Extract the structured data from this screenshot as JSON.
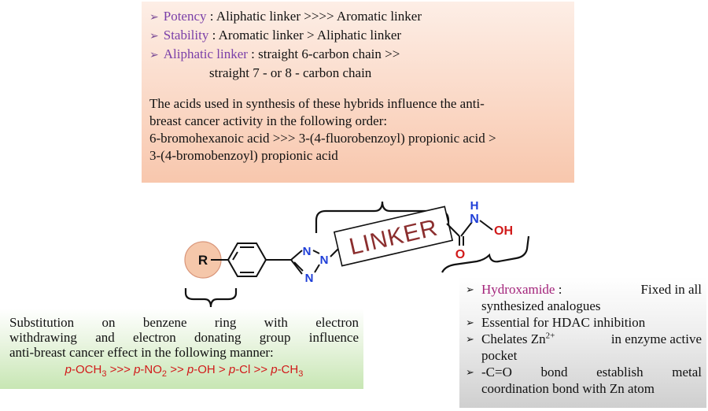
{
  "top_box": {
    "items": [
      {
        "keyword": "Potency",
        "sep": " : ",
        "text": "Aliphatic linker >>>> Aromatic linker"
      },
      {
        "keyword": "Stability",
        "sep": " : ",
        "text": "Aromatic linker > Aliphatic linker"
      },
      {
        "keyword": "Aliphatic linker",
        "sep": " : ",
        "text": "straight 6-carbon chain >>"
      }
    ],
    "continuation": "straight 7 - or 8 - carbon chain",
    "paragraph_lines": [
      "The acids used in synthesis of these hybrids influence the anti-",
      "breast cancer activity  in the following order:",
      "6-bromohexanoic acid >>> 3-(4-fluorobenzoyl) propionic acid >",
      "3-(4-bromobenzoyl) propionic acid"
    ]
  },
  "molecule": {
    "r_label": "R",
    "linker_label": "LINKER",
    "n1": "N",
    "n2": "N",
    "n3": "N",
    "h": "H",
    "nh_n": "N",
    "oh": "OH",
    "o": "O"
  },
  "green_box": {
    "lines": [
      "Substitution on benzene ring with electron",
      "withdrawing and electron donating group influence",
      "anti-breast cancer effect in the following manner:"
    ],
    "order": {
      "p1": "p",
      "g1": "-OCH",
      "s1": "3",
      "op1": " >>> ",
      "p2": "p",
      "g2": "-NO",
      "s2": "2",
      "op2": " >> ",
      "p3": "p",
      "g3": "-OH",
      "op3": " > ",
      "p4": "p",
      "g4": "-Cl",
      "op4": " >> ",
      "p5": "p",
      "g5": "-CH",
      "s5": "3"
    }
  },
  "grey_box": {
    "hydroxamide_keyword": "Hydroxamide",
    "hydroxamide_sep": " : ",
    "hydroxamide_text": "Fixed in all",
    "hydroxamide_cont": "synthesized analogues",
    "item2": "Essential for HDAC inhibition",
    "item3_a": "Chelates Zn",
    "item3_sup": "2+",
    "item3_b": " in enzyme active",
    "item3_cont": "pocket",
    "item4_a": "-C=O bond establish metal",
    "item4_cont": "coordination bond with Zn atom"
  },
  "colors": {
    "purple": "#7a3fa8",
    "magenta": "#a3237a",
    "red": "#d11a1a",
    "nitrogen_blue": "#1f3fd8",
    "linker_text": "#8b2e2e"
  }
}
